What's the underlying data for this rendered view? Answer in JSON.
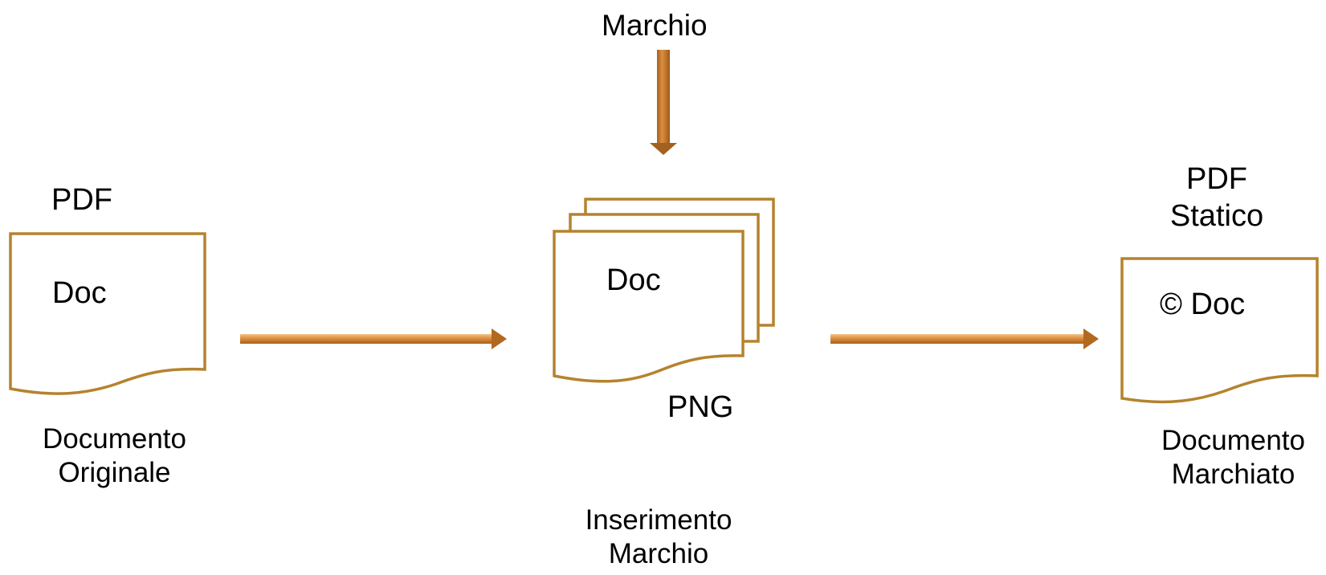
{
  "diagram": {
    "top_label": "Marchio",
    "left": {
      "format": "PDF",
      "doc": "Doc",
      "caption_line1": "Documento",
      "caption_line2": "Originale"
    },
    "middle": {
      "doc": "Doc",
      "format": "PNG",
      "caption_line1": "Inserimento",
      "caption_line2": "Marchio"
    },
    "right": {
      "format_line1": "PDF",
      "format_line2": "Statico",
      "doc": "© Doc",
      "caption_line1": "Documento",
      "caption_line2": "Marchiato"
    },
    "colors": {
      "document_stroke": "#b5832e",
      "arrow_light": "#f3b878",
      "arrow_mid": "#d9893a",
      "arrow_dark": "#9c5a1c",
      "text": "#000000"
    }
  }
}
